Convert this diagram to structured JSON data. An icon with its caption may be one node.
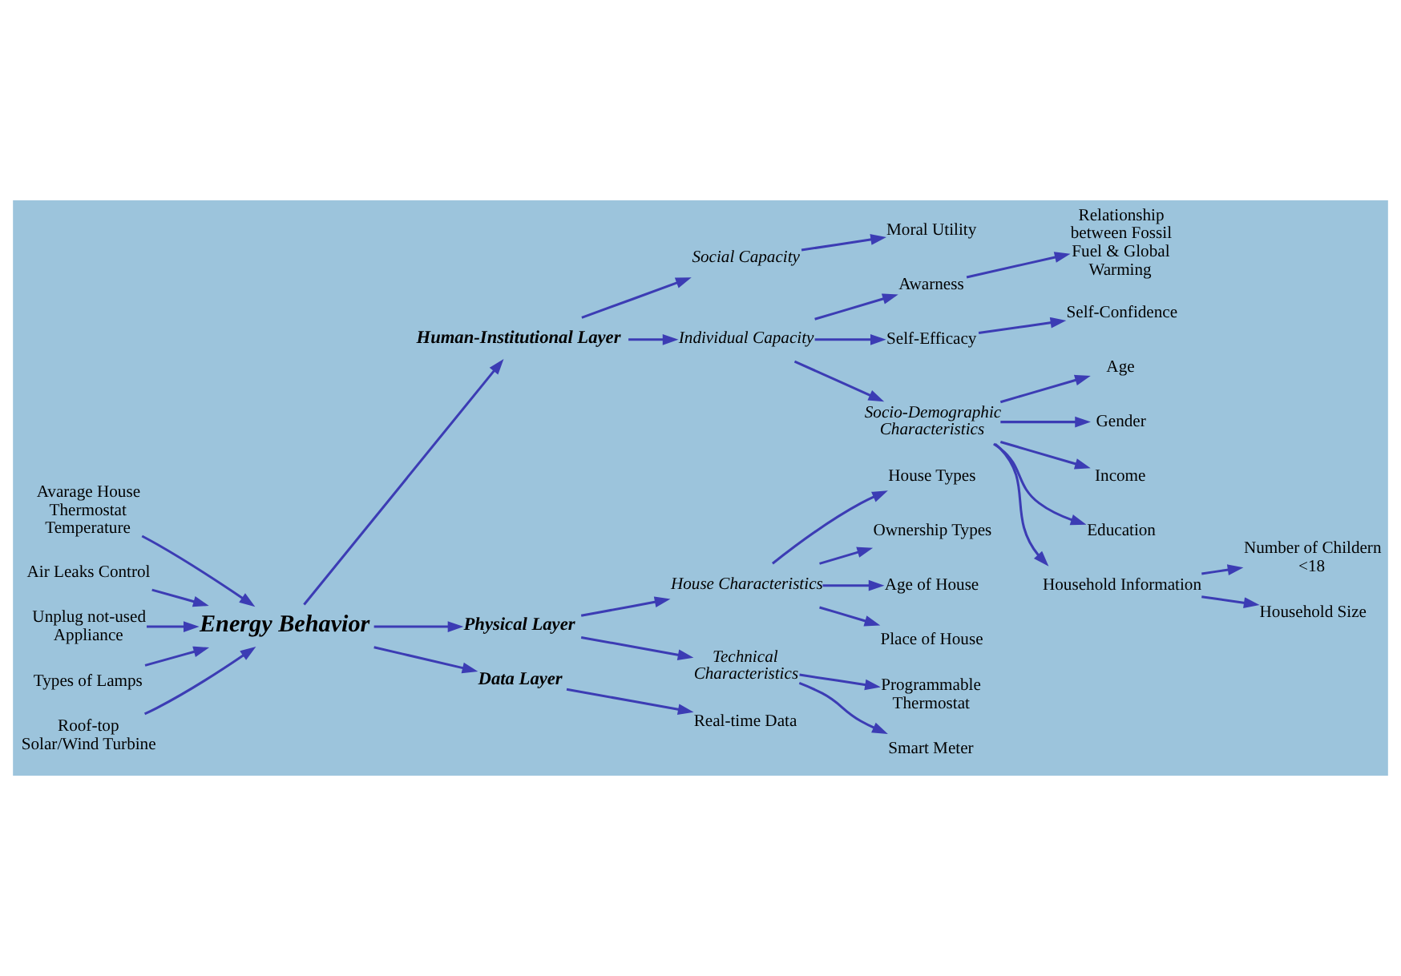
{
  "diagram": {
    "nodes": [
      {
        "text": [
          "Energy Behavior"
        ]
      },
      {
        "text": [
          "Avarage House Thermostat Temperature"
        ]
      },
      {
        "text": [
          "Air Leaks Control"
        ]
      },
      {
        "text": [
          "Unplug not-used Appliance"
        ]
      },
      {
        "text": [
          "Types of Lamps"
        ]
      },
      {
        "text": [
          "Roof-top Solar/Wind Turbine"
        ]
      },
      {
        "text": [
          "Human-Institutional Layer"
        ]
      },
      {
        "text": [
          "Physical Layer"
        ]
      },
      {
        "text": [
          "Data Layer"
        ]
      },
      {
        "text": [
          "Real-time Data"
        ]
      },
      {
        "text": [
          "Social Capacity"
        ]
      },
      {
        "text": [
          "Moral Utility"
        ]
      },
      {
        "text": [
          "Individual Capacity"
        ]
      },
      {
        "text": [
          "Awarness"
        ]
      },
      {
        "text": [
          "Relationship between Fossil Fuel & Global Warming"
        ]
      },
      {
        "text": [
          "Self-Efficacy"
        ]
      },
      {
        "text": [
          "Self-Confidence"
        ]
      },
      {
        "text": [
          "Socio-Demographic Characteristics"
        ]
      },
      {
        "text": [
          "Age"
        ]
      },
      {
        "text": [
          "Gender"
        ]
      },
      {
        "text": [
          "Income"
        ]
      },
      {
        "text": [
          "Education"
        ]
      },
      {
        "text": [
          "Household Information"
        ]
      },
      {
        "text": [
          "Number of Childern <18"
        ]
      },
      {
        "text": [
          "Household Size"
        ]
      },
      {
        "text": [
          "House Characteristics"
        ]
      },
      {
        "text": [
          "House Types"
        ]
      },
      {
        "text": [
          "Ownership Types"
        ]
      },
      {
        "text": [
          "Age of House"
        ]
      },
      {
        "text": [
          "Place of House"
        ]
      },
      {
        "text": [
          "Technical Characteristics"
        ]
      },
      {
        "text": [
          "Programmable Thermostat"
        ]
      },
      {
        "text": [
          "Smart Meter"
        ]
      }
    ],
    "edges": [
      {
        "from": 1,
        "to": 0,
        "arrow": "to"
      },
      {
        "from": 2,
        "to": 0,
        "arrow": "to"
      },
      {
        "from": 3,
        "to": 0,
        "arrow": "to"
      },
      {
        "from": 4,
        "to": 0,
        "arrow": "to"
      },
      {
        "from": 5,
        "to": 0,
        "arrow": "to"
      },
      {
        "from": 0,
        "to": 6,
        "arrow": "to"
      },
      {
        "from": 0,
        "to": 7,
        "arrow": "to"
      },
      {
        "from": 0,
        "to": 8,
        "arrow": "to"
      },
      {
        "from": 8,
        "to": 9,
        "arrow": "to"
      },
      {
        "from": 6,
        "to": 10,
        "arrow": "to"
      },
      {
        "from": 10,
        "to": 11,
        "arrow": "to"
      },
      {
        "from": 6,
        "to": 12,
        "arrow": "to"
      },
      {
        "from": 12,
        "to": 13,
        "arrow": "to"
      },
      {
        "from": 13,
        "to": 14,
        "arrow": "to"
      },
      {
        "from": 12,
        "to": 15,
        "arrow": "to"
      },
      {
        "from": 15,
        "to": 16,
        "arrow": "to"
      },
      {
        "from": 12,
        "to": 17,
        "arrow": "to"
      },
      {
        "from": 17,
        "to": 18,
        "arrow": "to"
      },
      {
        "from": 17,
        "to": 19,
        "arrow": "to"
      },
      {
        "from": 17,
        "to": 20,
        "arrow": "to"
      },
      {
        "from": 17,
        "to": 21,
        "arrow": "to"
      },
      {
        "from": 17,
        "to": 22,
        "arrow": "to"
      },
      {
        "from": 22,
        "to": 23,
        "arrow": "to"
      },
      {
        "from": 22,
        "to": 24,
        "arrow": "to"
      },
      {
        "from": 7,
        "to": 25,
        "arrow": "to"
      },
      {
        "from": 7,
        "to": 30,
        "arrow": "to"
      },
      {
        "from": 25,
        "to": 26,
        "arrow": "to"
      },
      {
        "from": 25,
        "to": 27,
        "arrow": "to"
      },
      {
        "from": 25,
        "to": 28,
        "arrow": "to"
      },
      {
        "from": 25,
        "to": 29,
        "arrow": "to"
      },
      {
        "from": 30,
        "to": 31,
        "arrow": "to"
      },
      {
        "from": 30,
        "to": 32,
        "arrow": "to"
      }
    ]
  }
}
